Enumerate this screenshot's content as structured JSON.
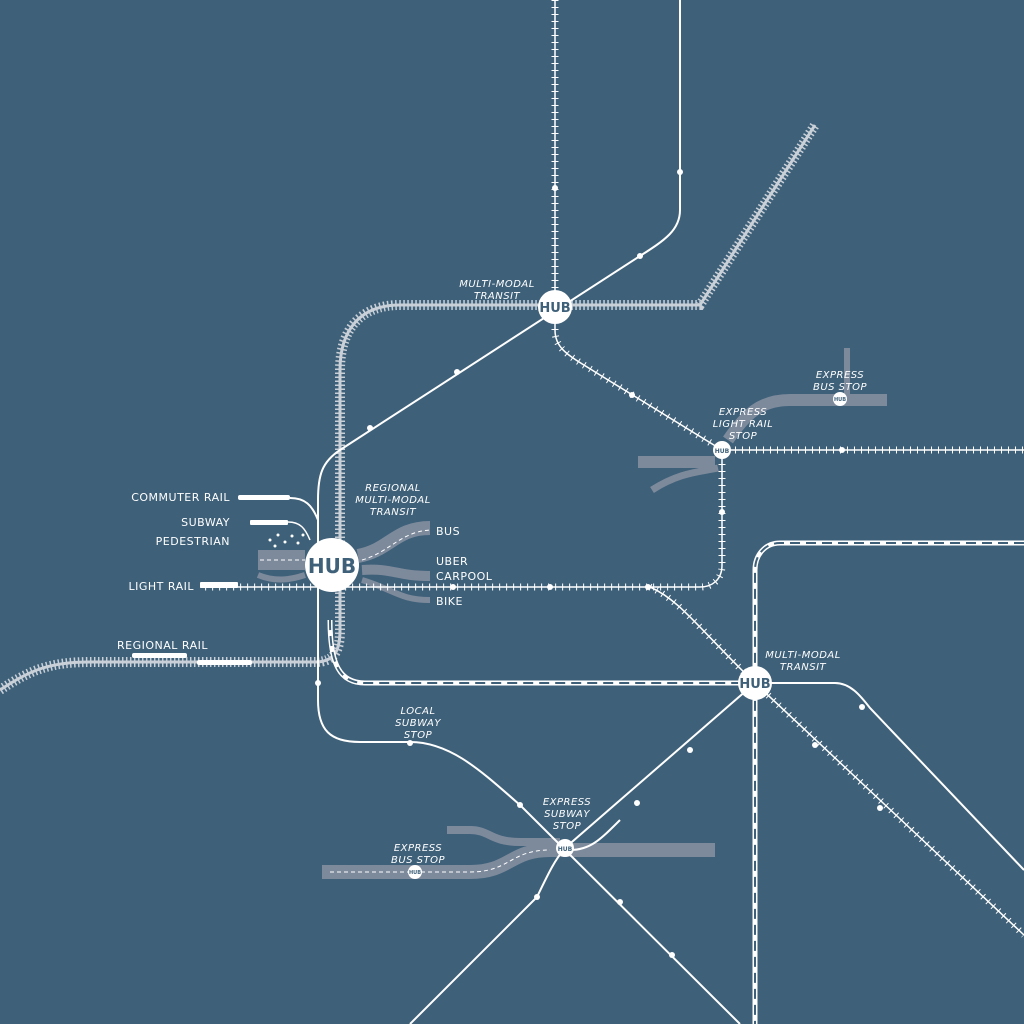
{
  "colors": {
    "background": "#3e6079",
    "line": "#ffffff",
    "road": "#7d8a9c",
    "rail": "#d8dde3"
  },
  "hubs": {
    "main": "HUB",
    "north": "HUB",
    "east": "HUB",
    "light_rail": "HUB",
    "express_bus_ne": "HUB",
    "express_subway": "HUB",
    "express_bus_sw": "HUB"
  },
  "labels": {
    "north_hub": [
      "MULTI-MODAL",
      "TRANSIT"
    ],
    "regional_hub": [
      "REGIONAL",
      "MULTI-MODAL",
      "TRANSIT"
    ],
    "east_hub": [
      "MULTI-MODAL",
      "TRANSIT"
    ],
    "express_bus_ne": [
      "EXPRESS",
      "BUS STOP"
    ],
    "express_light_rail": [
      "EXPRESS",
      "LIGHT RAIL",
      "STOP"
    ],
    "local_subway": [
      "LOCAL",
      "SUBWAY",
      "STOP"
    ],
    "express_subway": [
      "EXPRESS",
      "SUBWAY",
      "STOP"
    ],
    "express_bus_sw": [
      "EXPRESS",
      "BUS STOP"
    ]
  },
  "modes_left": {
    "commuter_rail": "COMMUTER RAIL",
    "subway": "SUBWAY",
    "pedestrian": "PEDESTRIAN",
    "light_rail": "LIGHT RAIL",
    "regional_rail": "REGIONAL RAIL"
  },
  "modes_right": {
    "bus": "BUS",
    "uber": "UBER",
    "carpool": "CARPOOL",
    "bike": "BIKE"
  }
}
